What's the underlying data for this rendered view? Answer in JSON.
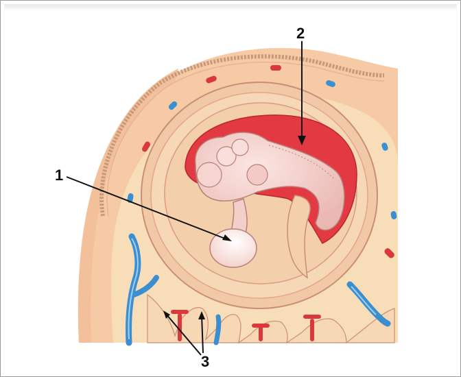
{
  "labels": {
    "one": "1",
    "two": "2",
    "three": "3"
  },
  "colors": {
    "uterine_wall": "#f5caa4",
    "decidua": "#f8ddb9",
    "amniotic_cavity": "#e23942",
    "embryo": "#f7d2cf",
    "vessel_blue": "#3b8fd0",
    "vessel_red": "#d9383c"
  }
}
